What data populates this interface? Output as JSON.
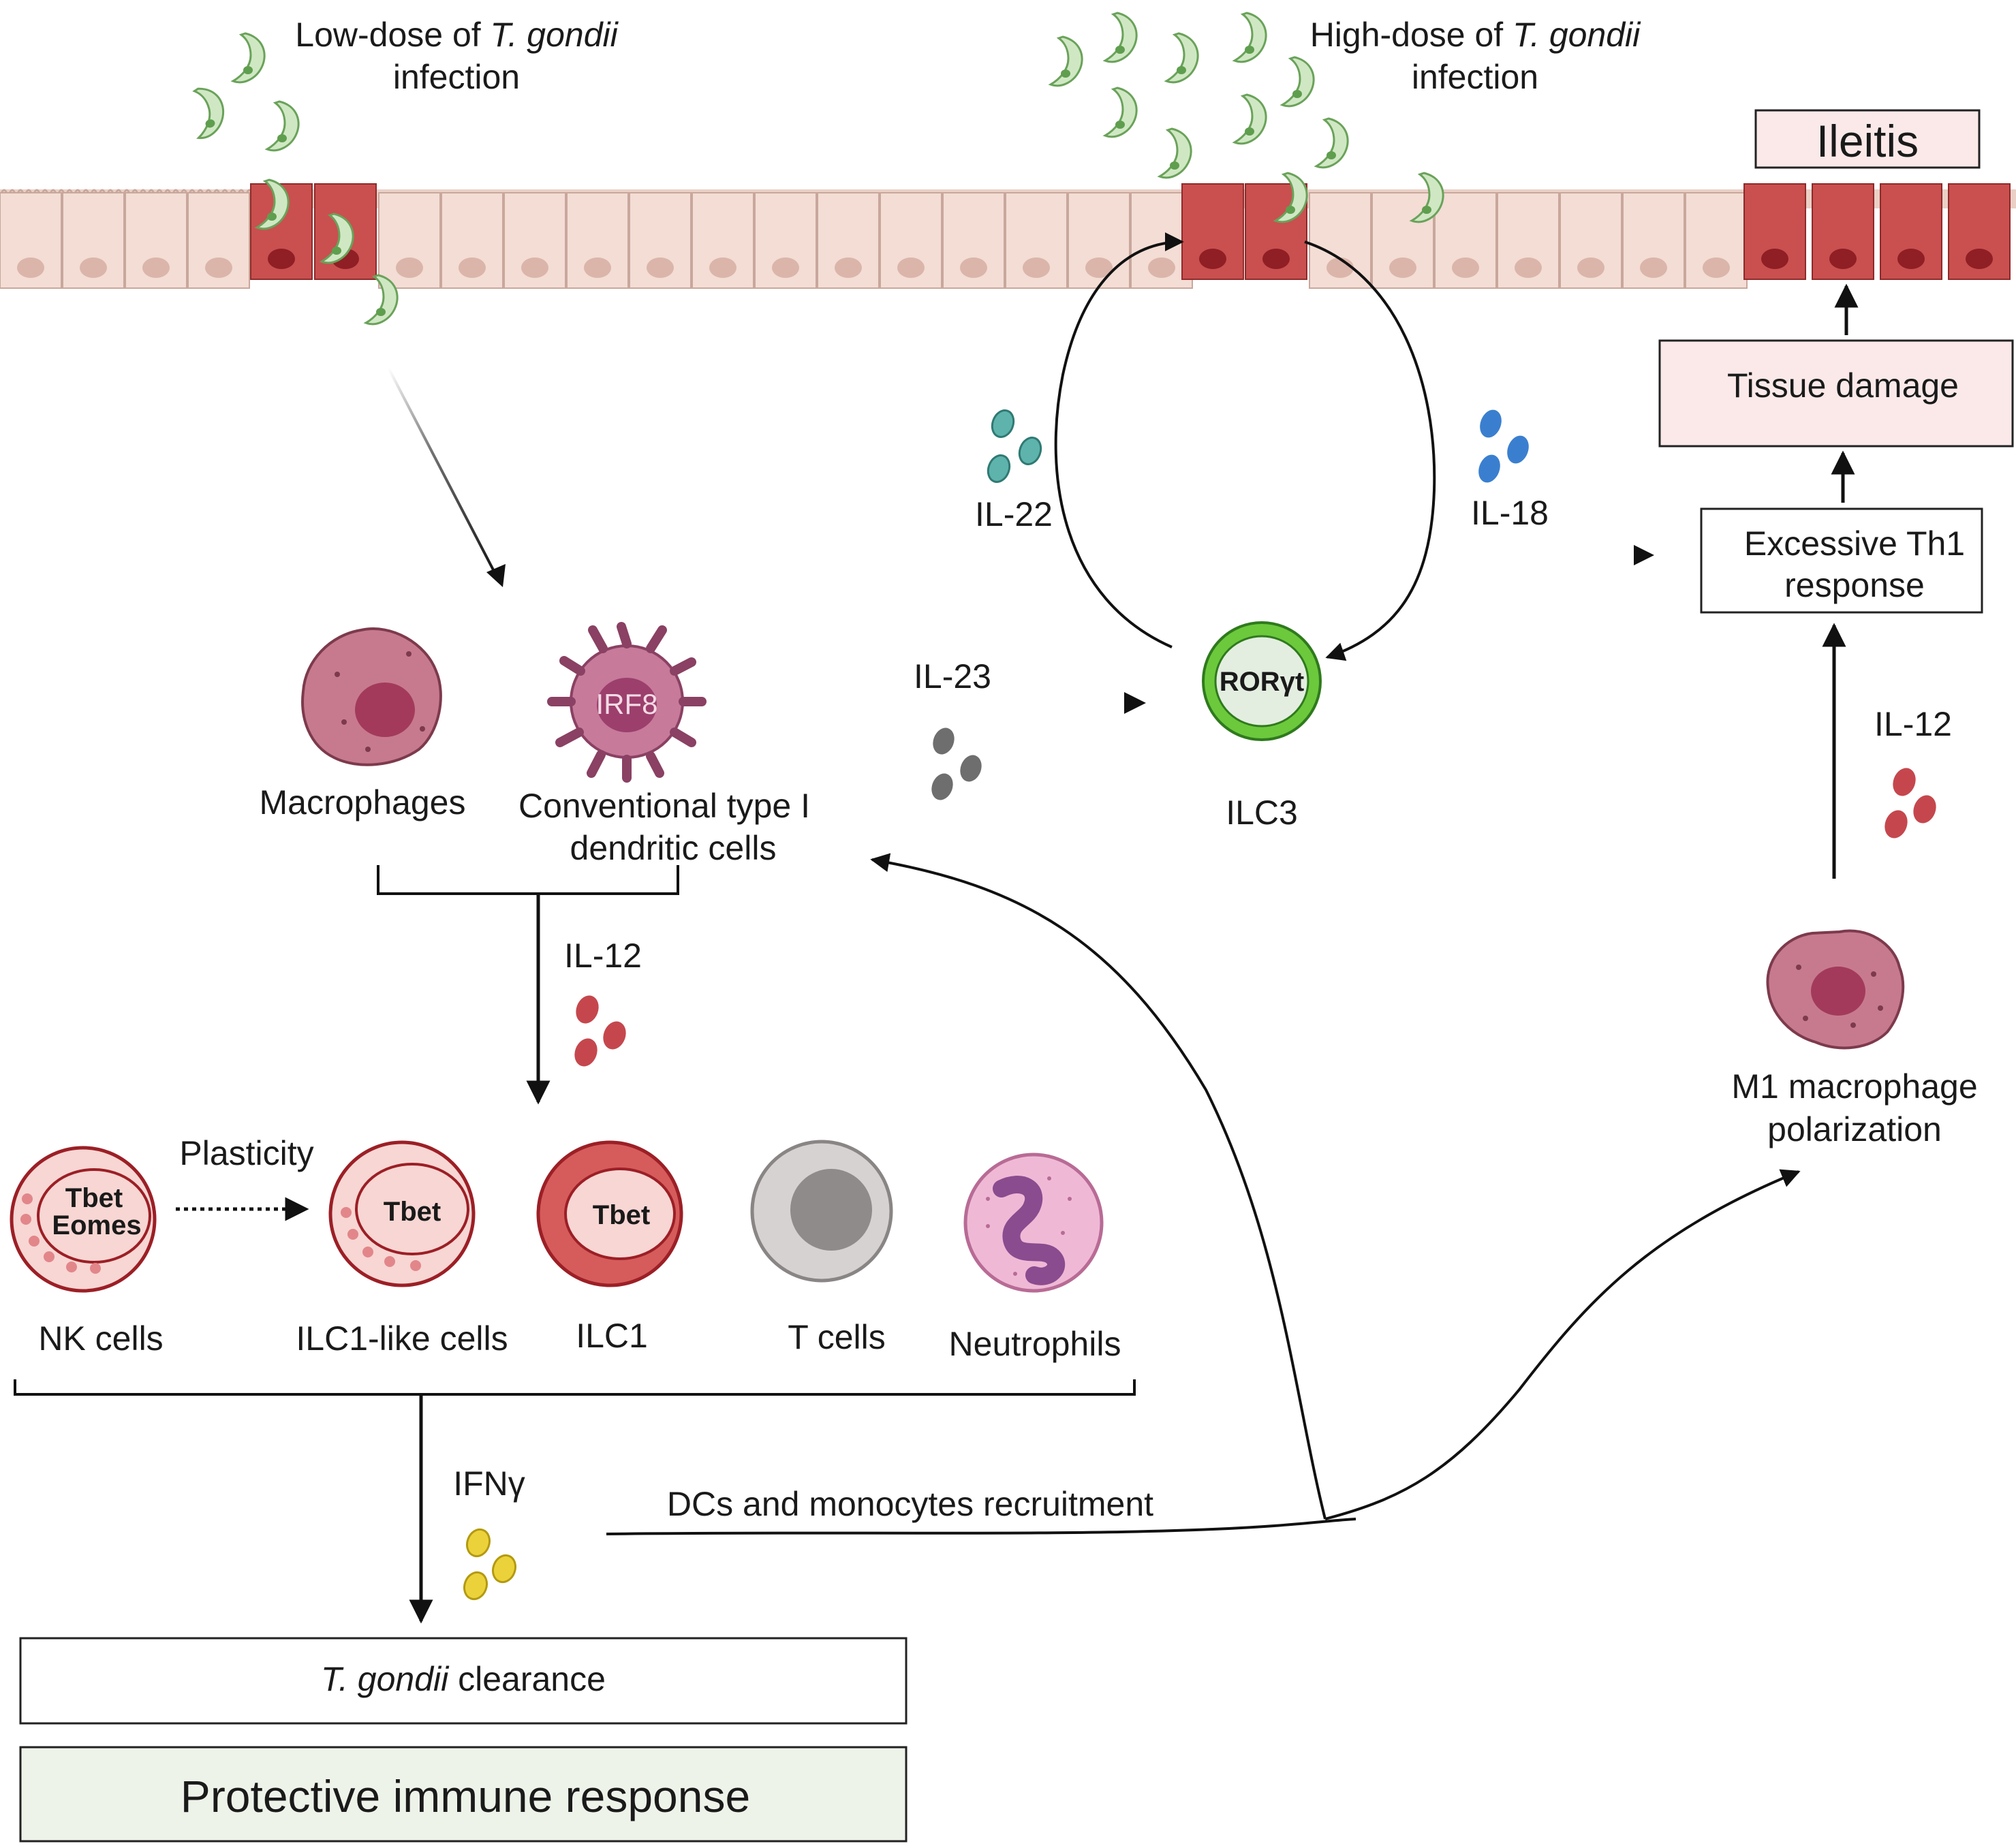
{
  "top": {
    "low_dose_pre": "Low-dose of ",
    "low_dose_italic": "T. gondii",
    "low_dose_line2": "infection",
    "high_dose_pre": "High-dose of ",
    "high_dose_italic": "T. gondii",
    "high_dose_line2": "infection"
  },
  "right_column": {
    "ileitis": "Ileitis",
    "tissue_damage": "Tissue damage",
    "th1_line1": "Excessive Th1",
    "th1_line2": "response",
    "il12": "IL-12",
    "m1_line1": "M1 macrophage",
    "m1_line2": "polarization"
  },
  "ilc3_loop": {
    "il22": "IL-22",
    "il18": "IL-18",
    "il23": "IL-23",
    "ilc3_label": "ILC3",
    "ilc3_inner": "RORγt"
  },
  "apc": {
    "macrophages": "Macrophages",
    "dc_line1": "Conventional type I",
    "dc_line2": "dendritic cells",
    "irf8": "IRF8",
    "il12": "IL-12"
  },
  "effectors": {
    "plasticity": "Plasticity",
    "nk_inner1": "Tbet",
    "nk_inner2": "Eomes",
    "ilc1like_inner": "Tbet",
    "ilc1_inner": "Tbet",
    "nk_label": "NK cells",
    "ilc1like_label": "ILC1-like cells",
    "ilc1_label": "ILC1",
    "tcells_label": "T cells",
    "neutrophils_label": "Neutrophils"
  },
  "bottom": {
    "ifng": "IFNγ",
    "recruitment": "DCs and monocytes recruitment",
    "clearance_italic": "T. gondii",
    "clearance_rest": " clearance",
    "protective": "Protective immune response"
  },
  "colors": {
    "epithelium": "#f3ddd5",
    "infected_cell": "#c9504f",
    "il22": "#5fb3ad",
    "il18": "#3a7fcf",
    "il23": "#6e6e6e",
    "il12": "#c5474d",
    "ifng": "#ecd23a",
    "ilc3_ring": "#6cc93c",
    "box_pink": "#fbe9e9",
    "box_green": "#eef3ea"
  }
}
